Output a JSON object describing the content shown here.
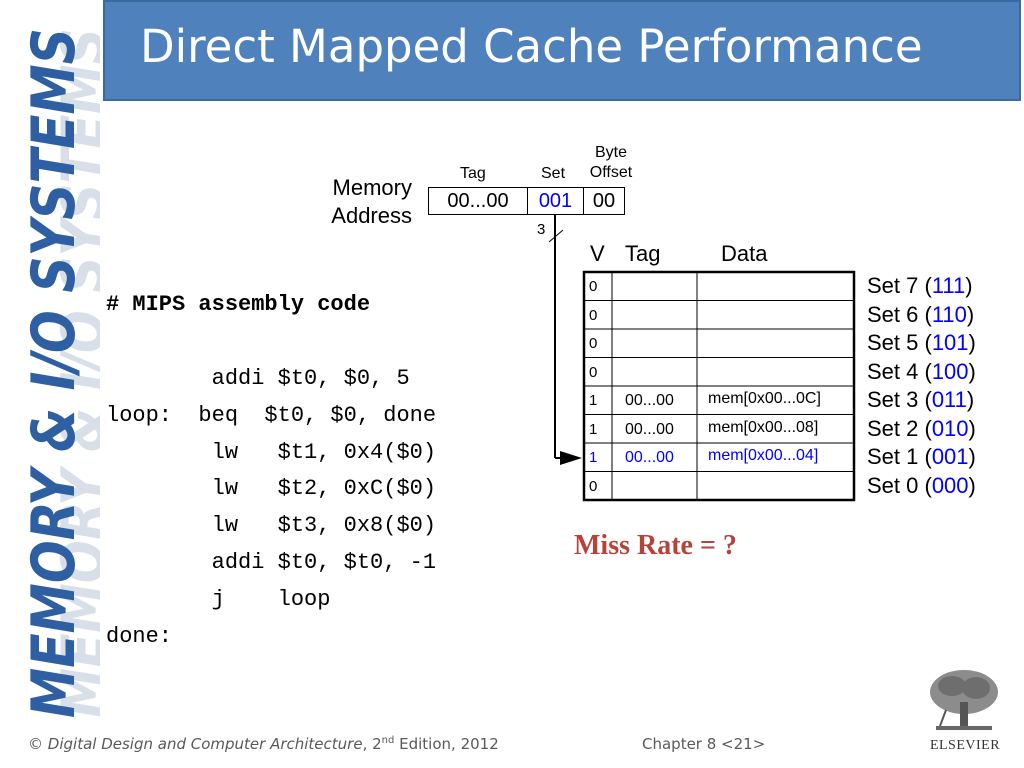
{
  "slide": {
    "title": "Direct Mapped Cache Performance",
    "side_title": "MEMORY & I/O SYSTEMS",
    "footer_left_symbol": "©",
    "footer_left_italic": "Digital Design and Computer Architecture",
    "footer_left_edition_num": ", 2",
    "footer_left_sup": "nd",
    "footer_left_rest": " Edition, 2012",
    "footer_mid": "Chapter 8 <21>",
    "publisher": "ELSEVIER",
    "miss_rate": "Miss Rate = ?"
  },
  "address": {
    "label_line1": "Memory",
    "label_line2": "Address",
    "tag_header": "Tag",
    "set_header": "Set",
    "byte_offset_line1": "Byte",
    "byte_offset_line2": "Offset",
    "tag_value": "00...00",
    "set_value": "001",
    "offset_value": "00",
    "set_bits": "3"
  },
  "cache": {
    "v_header": "V",
    "tag_header": "Tag",
    "data_header": "Data",
    "rows": [
      {
        "v": "0",
        "tag": "",
        "data": "",
        "set_label": "Set 7 (",
        "set_bits": "111",
        "highlight": false
      },
      {
        "v": "0",
        "tag": "",
        "data": "",
        "set_label": "Set 6 (",
        "set_bits": "110",
        "highlight": false
      },
      {
        "v": "0",
        "tag": "",
        "data": "",
        "set_label": "Set 5 (",
        "set_bits": "101",
        "highlight": false
      },
      {
        "v": "0",
        "tag": "",
        "data": "",
        "set_label": "Set 4 (",
        "set_bits": "100",
        "highlight": false
      },
      {
        "v": "1",
        "tag": "00...00",
        "data": "mem[0x00...0C]",
        "set_label": "Set 3 (",
        "set_bits": "011",
        "highlight": false
      },
      {
        "v": "1",
        "tag": "00...00",
        "data": "mem[0x00...08]",
        "set_label": "Set 2 (",
        "set_bits": "010",
        "highlight": false
      },
      {
        "v": "1",
        "tag": "00...00",
        "data": "mem[0x00...04]",
        "set_label": "Set 1 (",
        "set_bits": "001",
        "highlight": true
      },
      {
        "v": "0",
        "tag": "",
        "data": "",
        "set_label": "Set 0 (",
        "set_bits": "000",
        "highlight": false
      }
    ]
  },
  "code": {
    "comment": "# MIPS assembly code",
    "lines": [
      "        addi $t0, $0, 5",
      "loop:  beq  $t0, $0, done",
      "        lw   $t1, 0x4($0)",
      "        lw   $t2, 0xC($0)",
      "        lw   $t3, 0x8($0)",
      "        addi $t0, $t0, -1",
      "        j    loop",
      "done:"
    ]
  },
  "colors": {
    "title_bg": "#4f81bd",
    "side_text": "#2e5fa3",
    "highlight": "#0000ff",
    "miss_rate": "#b5433a"
  }
}
